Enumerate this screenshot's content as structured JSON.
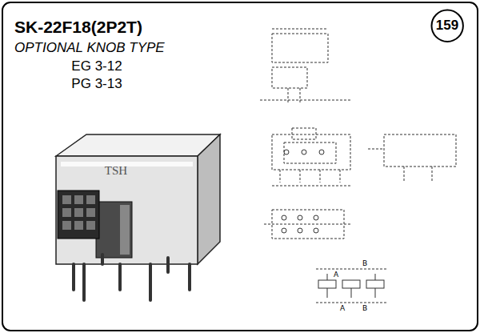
{
  "diagram": {
    "title": "SK-22F18(2P2T)",
    "nodes": [
      {
        "text": [
          "159"
        ]
      }
    ],
    "labels": [
      "OPTIONAL KNOB TYPE",
      "EG 3-12",
      "PG 3-13",
      "TSH",
      "A",
      "B",
      "A",
      "B"
    ]
  }
}
